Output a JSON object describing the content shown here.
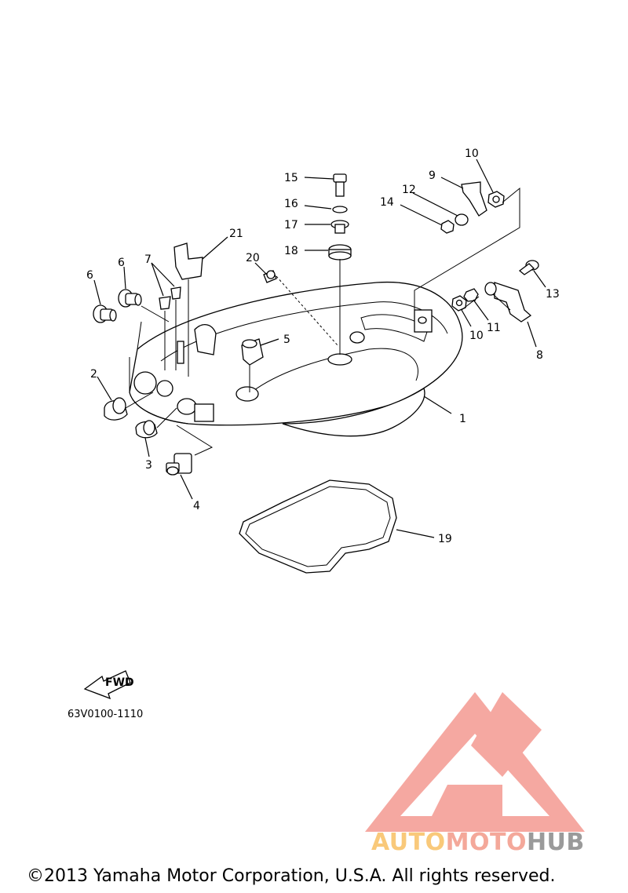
{
  "callouts": [
    {
      "id": "c1",
      "text": "1"
    },
    {
      "id": "c2",
      "text": "2"
    },
    {
      "id": "c3",
      "text": "3"
    },
    {
      "id": "c4",
      "text": "4"
    },
    {
      "id": "c5",
      "text": "5"
    },
    {
      "id": "c6a",
      "text": "6"
    },
    {
      "id": "c6b",
      "text": "6"
    },
    {
      "id": "c7",
      "text": "7"
    },
    {
      "id": "c8",
      "text": "8"
    },
    {
      "id": "c9",
      "text": "9"
    },
    {
      "id": "c10a",
      "text": "10"
    },
    {
      "id": "c10b",
      "text": "10"
    },
    {
      "id": "c11",
      "text": "11"
    },
    {
      "id": "c12",
      "text": "12"
    },
    {
      "id": "c13",
      "text": "13"
    },
    {
      "id": "c14",
      "text": "14"
    },
    {
      "id": "c15",
      "text": "15"
    },
    {
      "id": "c16",
      "text": "16"
    },
    {
      "id": "c17",
      "text": "17"
    },
    {
      "id": "c18",
      "text": "18"
    },
    {
      "id": "c19",
      "text": "19"
    },
    {
      "id": "c20",
      "text": "20"
    },
    {
      "id": "c21",
      "text": "21"
    }
  ],
  "fwd_label": "FWD",
  "diagram_code": "63V0100-1110",
  "copyright": "©2013 Yamaha Motor Corporation, U.S.A. All rights reserved.",
  "watermark": {
    "part1": "AUTO",
    "part2": "MOTO",
    "part3": "HUB",
    "color1": "#f9c97a",
    "color2": "#f4a89a",
    "color3": "#9a9a9a",
    "logo_color": "#f28b82"
  }
}
